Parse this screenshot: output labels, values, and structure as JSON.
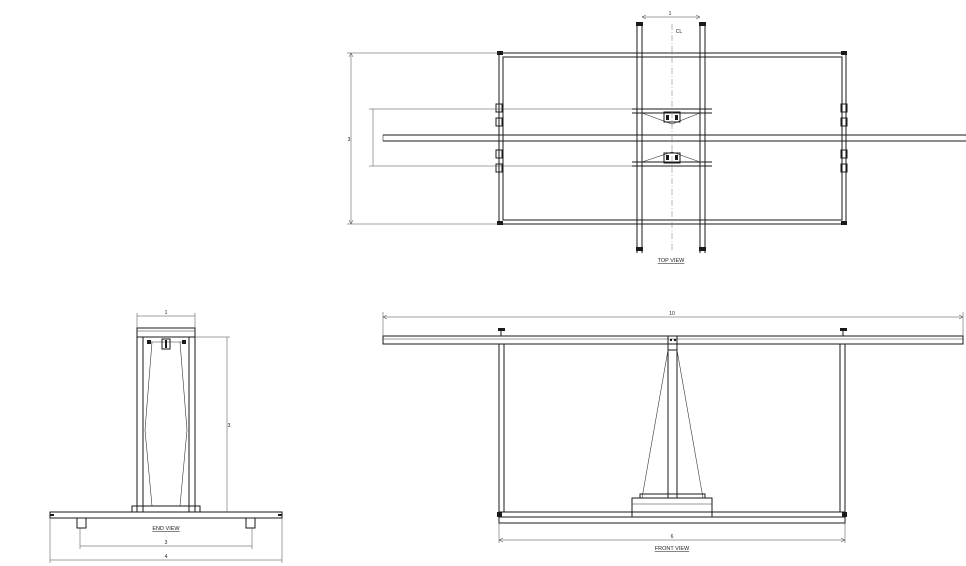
{
  "top_view": {
    "label": "TOP VIEW",
    "dim_width": "1",
    "dim_height": "3",
    "center_mark": "CL"
  },
  "end_view": {
    "label": "END VIEW",
    "dim_top": "1",
    "dim_height": "3",
    "dim_inner": "3",
    "dim_overall": "4"
  },
  "front_view": {
    "label": "FRONT VIEW",
    "dim_overall": "10",
    "dim_base": "6"
  }
}
